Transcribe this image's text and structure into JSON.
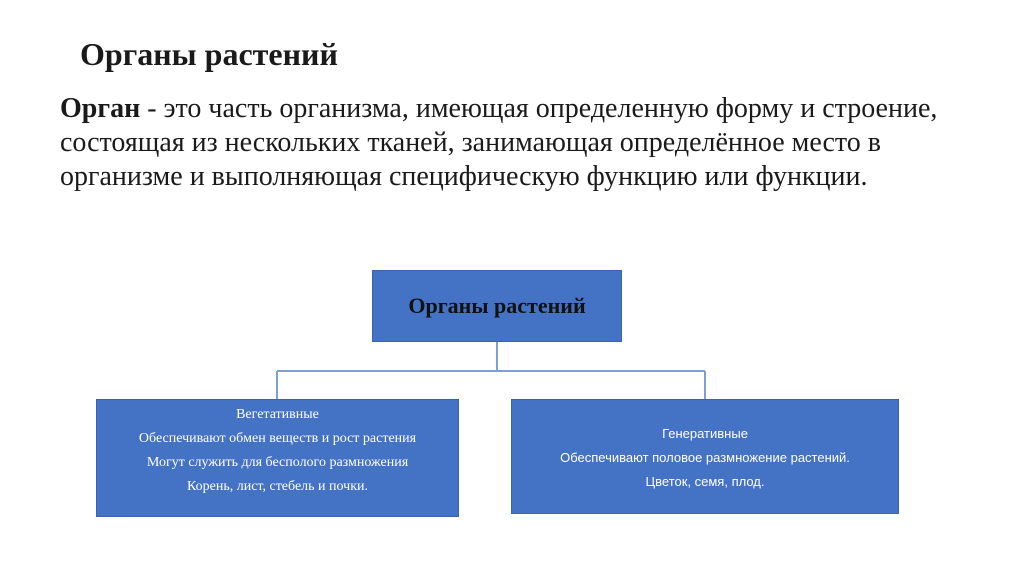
{
  "slide": {
    "title": "Органы растений",
    "definition": {
      "term": "Орган",
      "text": " - это часть организма, имеющая определенную форму и строение, состоящая из нескольких тканей, занимающая определённое место в организме и выполняющая специфическую функцию или функции."
    }
  },
  "diagram": {
    "root": "Органы растений",
    "children": [
      {
        "lines": [
          "Вегетативные",
          "Обеспечивают обмен веществ и рост растения",
          "Могут служить для бесполого размножения",
          "Корень, лист, стебель и почки."
        ]
      },
      {
        "lines": [
          "Генеративные",
          "Обеспечивают половое размножение растений.",
          "Цветок, семя, плод."
        ]
      }
    ],
    "colors": {
      "box_fill": "#4472c4",
      "box_border": "#3a64b0",
      "connector": "#7f9fcf"
    }
  }
}
